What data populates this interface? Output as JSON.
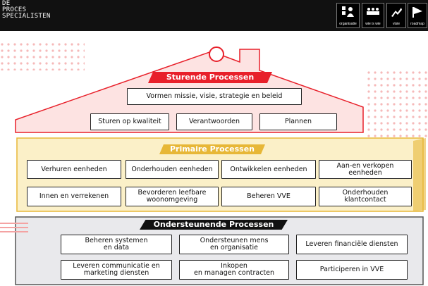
{
  "logo": {
    "line1": "DE",
    "line2": "PROCES",
    "line3": "SPECIALISTEN"
  },
  "nav": [
    {
      "label": "organisatie",
      "icon": "organisation-icon"
    },
    {
      "label": "wie is wie",
      "icon": "people-icon"
    },
    {
      "label": "visie",
      "icon": "vision-icon"
    },
    {
      "label": "roadmap",
      "icon": "flag-icon"
    }
  ],
  "sturend": {
    "title": "Sturende Processen",
    "top": "Vormen missie, visie, strategie en beleid",
    "row": [
      "Sturen op kwaliteit",
      "Verantwoorden",
      "Plannen"
    ]
  },
  "primair": {
    "title": "Primaire Processen",
    "row1": [
      "Verhuren eenheden",
      "Onderhouden eenheden",
      "Ontwikkelen eenheden",
      "Aan-en verkopen\neenheden"
    ],
    "row2": [
      "Innen en verrekenen",
      "Bevorderen leefbare\nwoonomgeving",
      "Beheren VVE",
      "Onderhouden\nklantcontact"
    ]
  },
  "onder": {
    "title": "Ondersteunende Processen",
    "row1": [
      "Beheren systemen\nen data",
      "Ondersteunen mens\nen organisatie",
      "Leveren financiële diensten"
    ],
    "row2": [
      "Leveren communicatie en\nmarketing diensten",
      "Inkopen\nen managen contracten",
      "Participeren in VVE"
    ]
  },
  "colors": {
    "red": "#e8202a",
    "pink": "#fde3e2",
    "yellow": "#e7b737",
    "cream": "#fbf0c8",
    "grey": "#e9e9ec",
    "dark": "#111111"
  }
}
